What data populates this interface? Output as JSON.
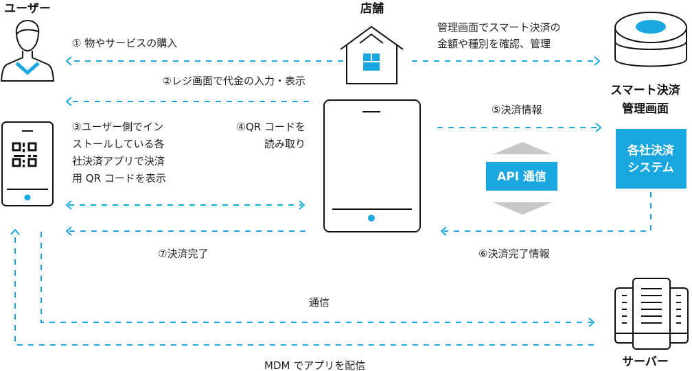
{
  "colors": {
    "accent": "#1aa7e0",
    "gray": "#c8c8c8",
    "ink": "#111111"
  },
  "actors": {
    "user": "ユーザー",
    "store": "店舗",
    "management_line1": "スマート決済",
    "management_line2": "管理画面",
    "payment_system_line1": "各社決済",
    "payment_system_line2": "システム",
    "server": "サーバー"
  },
  "api_label": "API 通信",
  "steps": {
    "s1": "① 物やサービスの購入",
    "s2": "②レジ画面で代金の入力・表示",
    "s3": [
      "③ユーザー側でイン",
      "ストールしている各",
      "社決済アプリで決済",
      "用 QR コードを表示"
    ],
    "s4": [
      "④QR コードを",
      "読み取り"
    ],
    "s5": "⑤決済情報",
    "s6": "⑥決済完了情報",
    "s7": "⑦決済完了",
    "manage": [
      "管理画面でスマート決済の",
      "金額や種別を確認、管理"
    ],
    "comm": "通信",
    "mdm": "MDM でアプリを配信"
  },
  "icons": [
    "user-icon",
    "smartphone-qr-icon",
    "store-icon",
    "tablet-icon",
    "database-icon",
    "server-icon"
  ]
}
